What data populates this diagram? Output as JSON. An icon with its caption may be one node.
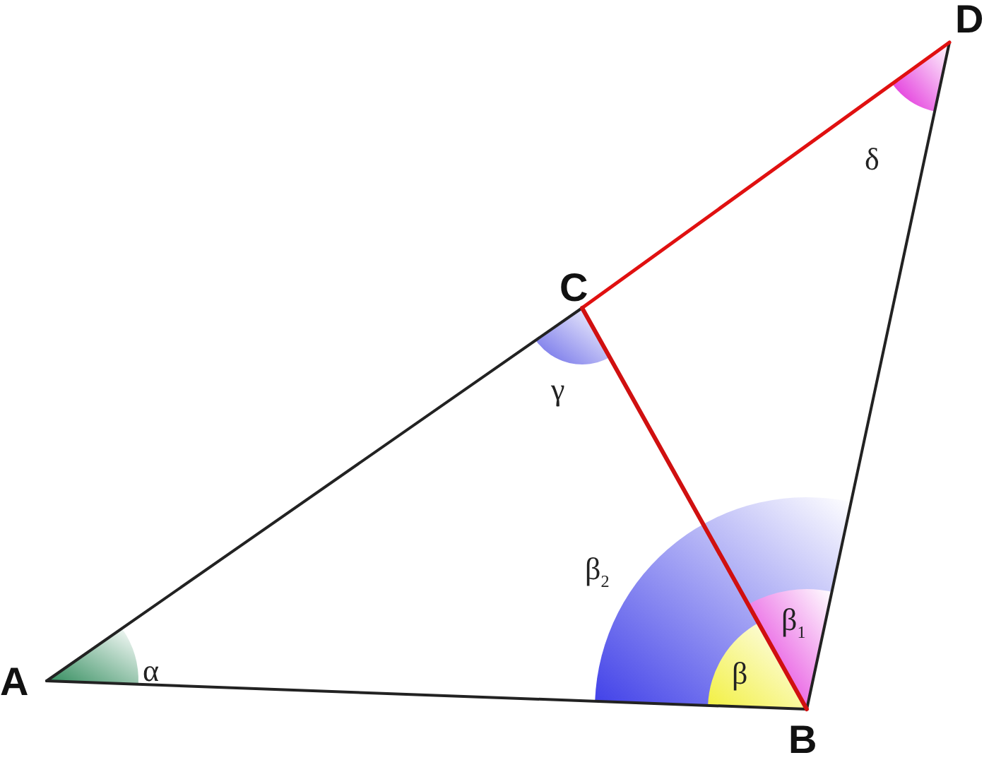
{
  "diagram": {
    "labels": [
      "D",
      "C",
      "δ",
      "γ",
      "β$_{2}$",
      "β$_{1}$",
      "A",
      "α",
      "β",
      "B"
    ]
  }
}
